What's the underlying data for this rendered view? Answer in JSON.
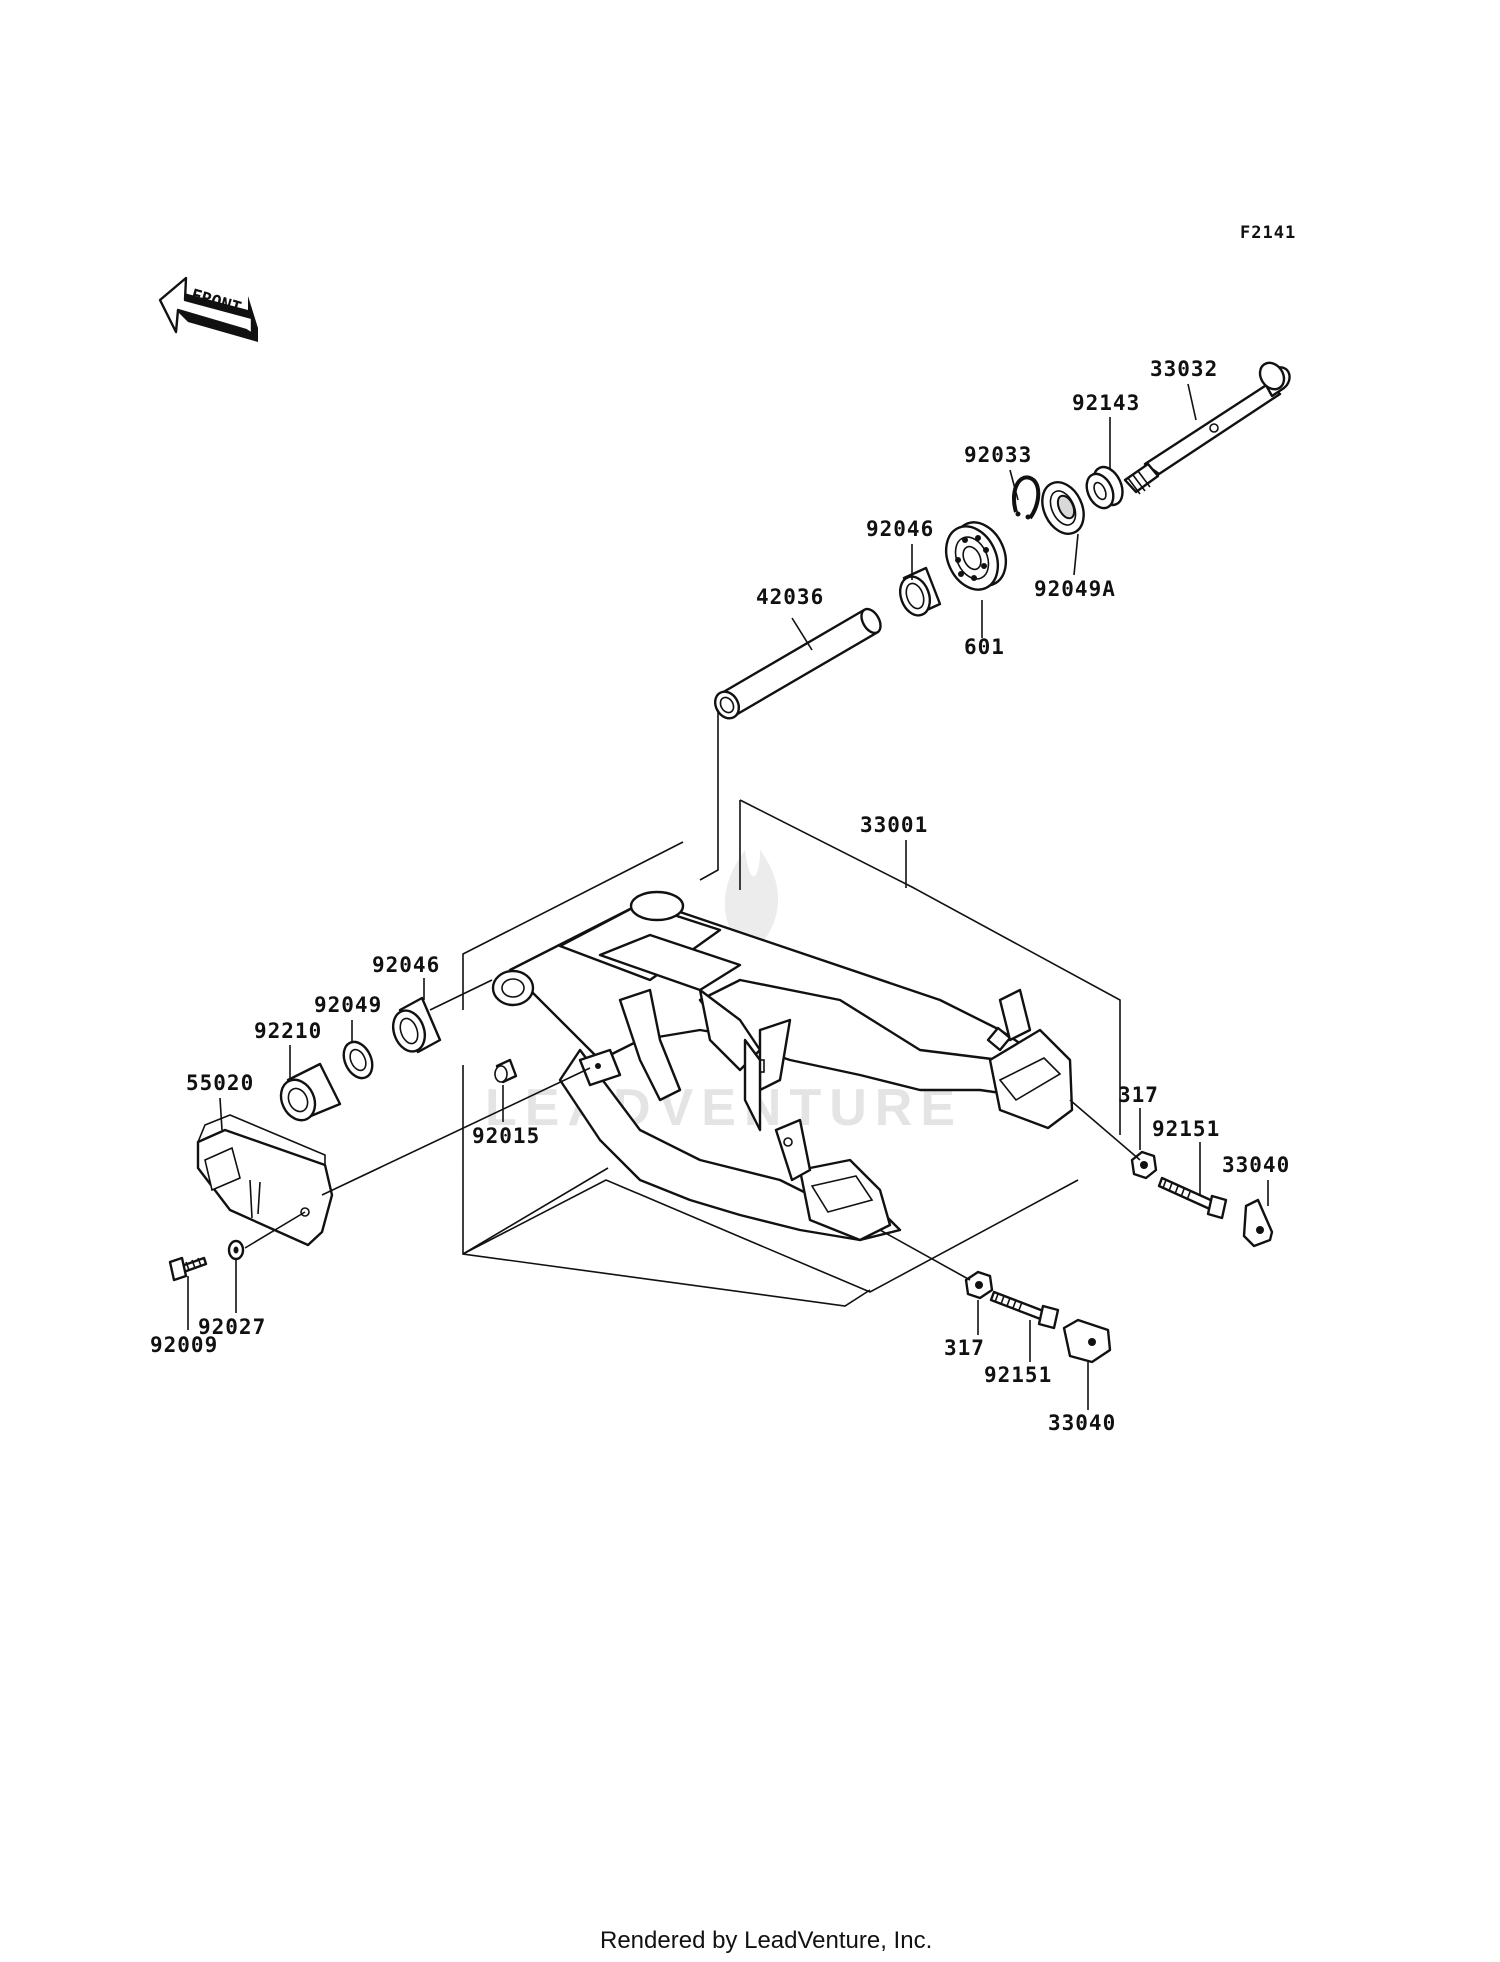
{
  "figure_code": "F2141",
  "front_arrow_label": "FRONT",
  "watermark": "LEADVENTURE",
  "footer": "Rendered by LeadVenture, Inc.",
  "callouts": {
    "p33032": "33032",
    "p92143": "92143",
    "p92033": "92033",
    "p92046_top": "92046",
    "p92049A": "92049A",
    "p601": "601",
    "p42036": "42036",
    "p33001": "33001",
    "p92046_left": "92046",
    "p92049": "92049",
    "p92210": "92210",
    "p55020": "55020",
    "p92015": "92015",
    "p92009": "92009",
    "p92027": "92027",
    "p317_right": "317",
    "p92151_right": "92151",
    "p33040_right": "33040",
    "p317_bottom": "317",
    "p92151_bottom": "92151",
    "p33040_bottom": "33040"
  }
}
